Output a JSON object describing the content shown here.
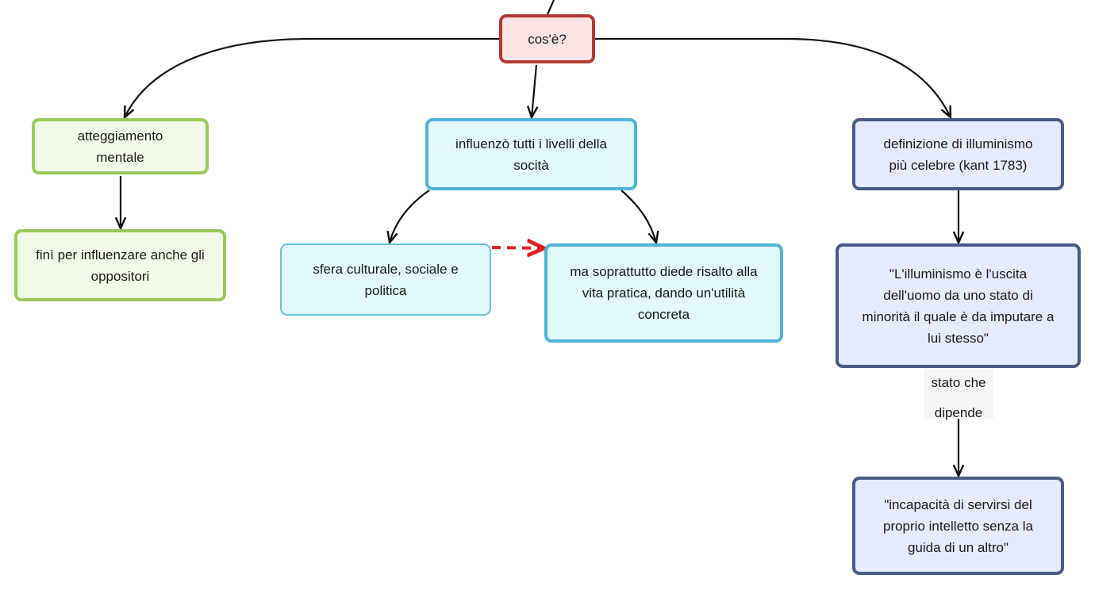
{
  "nodes": {
    "root": "cos'è?",
    "atteggiamento": [
      "atteggiamento",
      "mentale"
    ],
    "fini": [
      "finì per influenzare anche gli",
      "oppositori"
    ],
    "influenzo": [
      "influenzò tutti i livelli della",
      "socità"
    ],
    "sfera": [
      "sfera culturale, sociale e",
      "politica"
    ],
    "soprattutto": [
      "ma soprattutto diede risalto alla",
      "vita pratica, dando un'utilità",
      "concreta"
    ],
    "definizione": [
      "definizione di illuminismo",
      "più celebre (kant 1783)"
    ],
    "citazione": [
      "\"L'illuminismo è l'uscita",
      "dell'uomo da uno stato di",
      "minorità il quale è da imputare a",
      "lui stesso\""
    ],
    "incapacita": [
      "\"incapacità di servirsi del",
      "proprio intelletto senza la",
      "guida di un altro\""
    ]
  },
  "edge_labels": {
    "stato_dipende": [
      "stato che",
      "dipende"
    ]
  },
  "colors": {
    "root_border": "#b13a34",
    "root_fill": "#fde4e4",
    "green_border": "#9dc85c",
    "green_fill": "#f3f9e8",
    "cyan_border": "#4fb4d6",
    "cyan_fill": "#e3f8fb",
    "navy_border": "#4a5c86",
    "navy_fill": "#e6eaff",
    "connector": "#111111",
    "dashed_connector": "#e02020"
  }
}
